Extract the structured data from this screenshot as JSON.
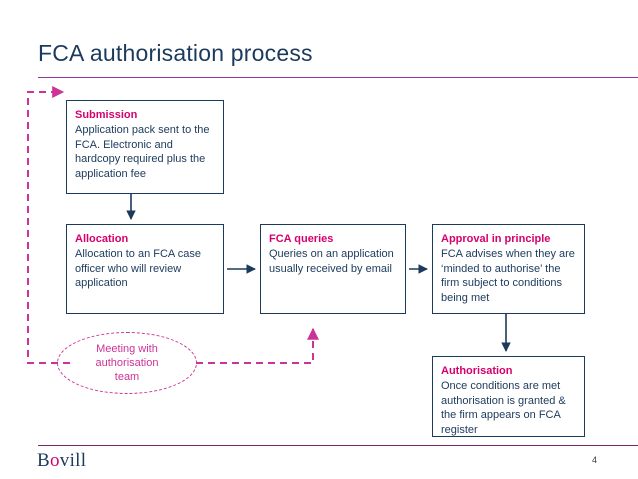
{
  "slide": {
    "title": "FCA authorisation process",
    "page_number": "4",
    "logo": {
      "pre": "B",
      "accent": "o",
      "post": "vill"
    },
    "accent_color": "#d6006e",
    "navy_color": "#1b3a5c",
    "rule_color": "#993399",
    "dashed_color": "#cc3399"
  },
  "diagram": {
    "type": "flowchart",
    "boxes": [
      {
        "id": "submission",
        "heading": "Submission",
        "body": "Application pack sent to the FCA.  Electronic and hardcopy required plus the application fee"
      },
      {
        "id": "allocation",
        "heading": "Allocation",
        "body": "Allocation to an FCA case officer  who will review application"
      },
      {
        "id": "queries",
        "heading": "FCA queries",
        "body": "Queries on an application usually received by email"
      },
      {
        "id": "approval",
        "heading": "Approval in principle",
        "body": "FCA advises when they are ‘minded to authorise’ the firm subject to conditions being met"
      },
      {
        "id": "authorisation",
        "heading": "Authorisation",
        "body": "Once conditions are met authorisation is granted & the firm appears on FCA register"
      }
    ],
    "ellipse": {
      "id": "meeting",
      "label": "Meeting with\nauthorisation\nteam"
    },
    "connectors": [
      {
        "from": "submission",
        "to": "allocation",
        "style": "solid",
        "direction": "down"
      },
      {
        "from": "allocation",
        "to": "queries",
        "style": "solid",
        "direction": "right"
      },
      {
        "from": "queries",
        "to": "approval",
        "style": "solid",
        "direction": "right"
      },
      {
        "from": "approval",
        "to": "authorisation",
        "style": "solid",
        "direction": "down"
      },
      {
        "from": "meeting",
        "to": "submission",
        "style": "dashed",
        "direction": "left-up-right"
      },
      {
        "from": "meeting",
        "to": "queries",
        "style": "dashed",
        "direction": "right-up"
      }
    ]
  }
}
